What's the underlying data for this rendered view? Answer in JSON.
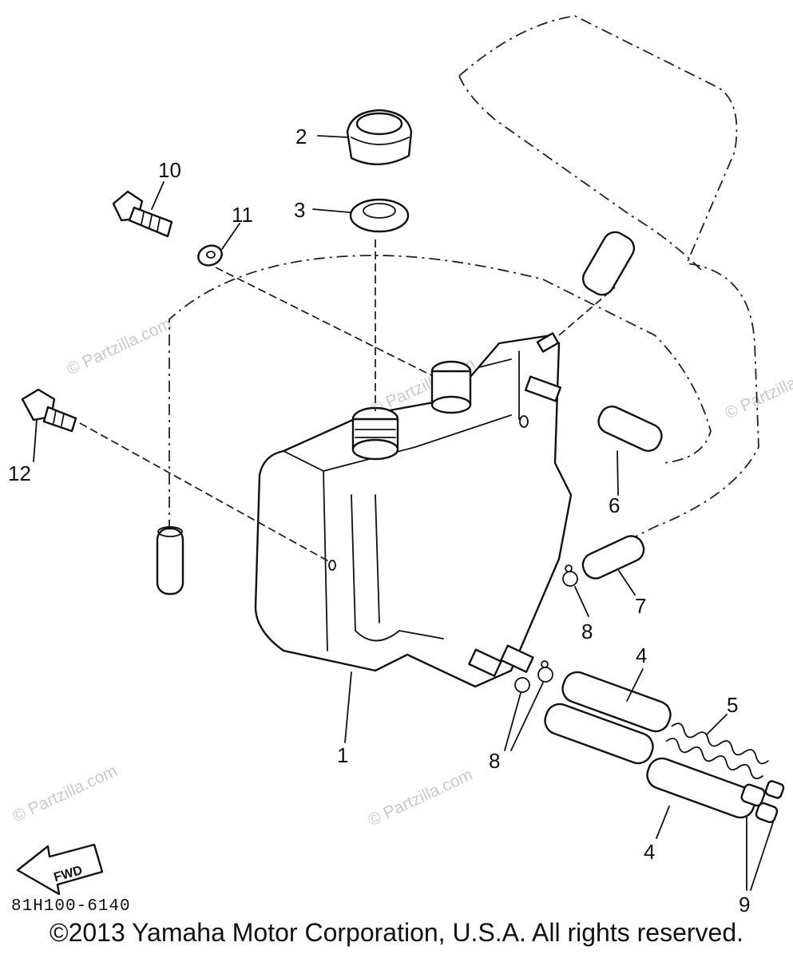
{
  "watermark": "© Partzilla.com",
  "part_numbers": {
    "n1": "1",
    "n2": "2",
    "n3": "3",
    "n4a": "4",
    "n4b": "4",
    "n5": "5",
    "n6": "6",
    "n7": "7",
    "n8a": "8",
    "n8b": "8",
    "n9": "9",
    "n10": "10",
    "n11": "11",
    "n12": "12"
  },
  "diagram_code": "81H100-6140",
  "fwd_label": "FWD",
  "copyright": "©2013  Yamaha Motor Corporation, U.S.A. All rights reserved."
}
